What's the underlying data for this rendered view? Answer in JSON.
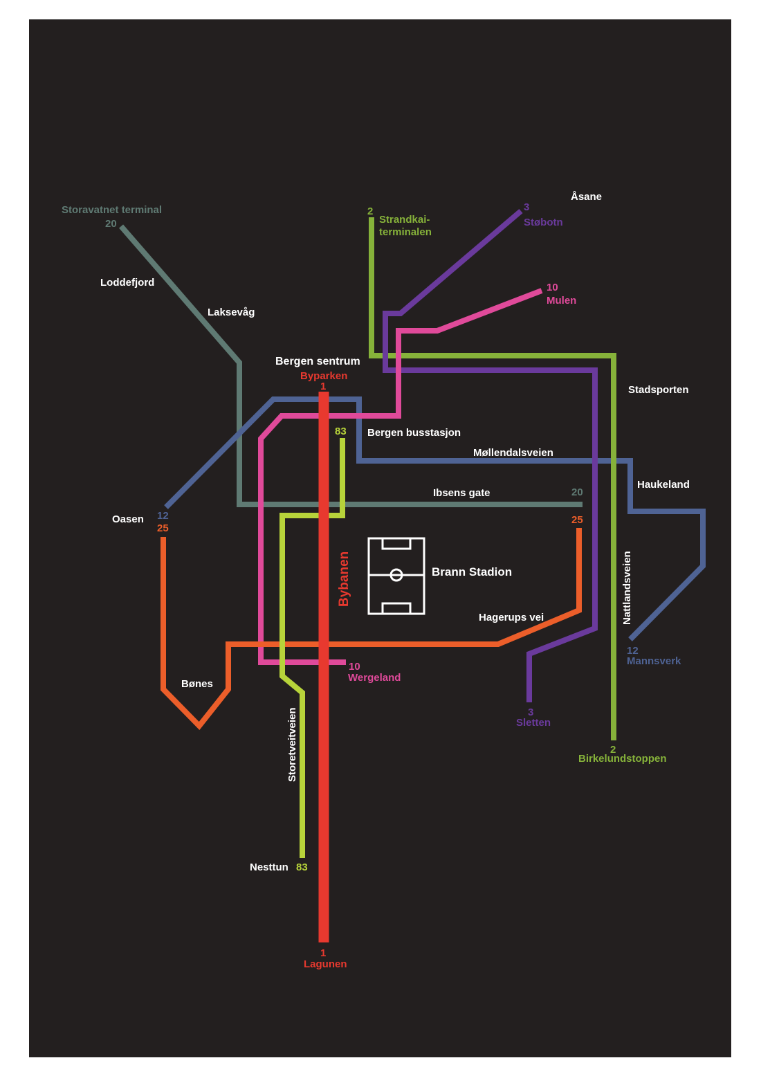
{
  "colors": {
    "background": "#231f1f",
    "bybanen": "#e8392f",
    "line_20": "#5f7a73",
    "line_12": "#4f6394",
    "line_25": "#ec5e2a",
    "line_10": "#e04a9a",
    "line_83": "#b7d33a",
    "line_2": "#86b23a",
    "line_3": "#6a3a9c",
    "label": "#ffffff"
  },
  "places": {
    "asane": "Åsane",
    "loddefjord": "Loddefjord",
    "laksevag": "Laksevåg",
    "bergen_sentrum": "Bergen sentrum",
    "bergen_busstasjon": "Bergen busstasjon",
    "mollendalsveien": "Møllendalsveien",
    "stadsporten": "Stadsporten",
    "haukeland": "Haukeland",
    "ibsens_gate": "Ibsens gate",
    "oasen": "Oasen",
    "brann_stadion": "Brann Stadion",
    "hagerups_vei": "Hagerups vei",
    "nattlandsveien": "Nattlandsveien",
    "bones": "Bønes",
    "storetveitveien": "Storetveitveien",
    "nesttun": "Nesttun"
  },
  "routes": {
    "r20": {
      "number": "20",
      "terminus": "Storavatnet terminal",
      "end_number": "20"
    },
    "r2": {
      "number": "2",
      "terminus_line1": "Strandkai-",
      "terminus_line2": "terminalen",
      "end_number": "2",
      "end_terminus": "Birkelundstoppen"
    },
    "r3": {
      "number": "3",
      "terminus": "Støbotn",
      "end_number": "3",
      "end_terminus": "Sletten"
    },
    "r10": {
      "number": "10",
      "terminus": "Mulen",
      "end_number": "10",
      "end_terminus": "Wergeland"
    },
    "r1": {
      "number": "1",
      "terminus": "Byparken",
      "end_number": "1",
      "end_terminus": "Lagunen",
      "name": "Bybanen"
    },
    "r83": {
      "number": "83",
      "end_number": "83"
    },
    "r12": {
      "number": "12",
      "end_number": "12",
      "end_terminus": "Mannsverk"
    },
    "r25": {
      "number": "25",
      "end_number": "25"
    }
  },
  "stadium_icon": "football-pitch-icon"
}
